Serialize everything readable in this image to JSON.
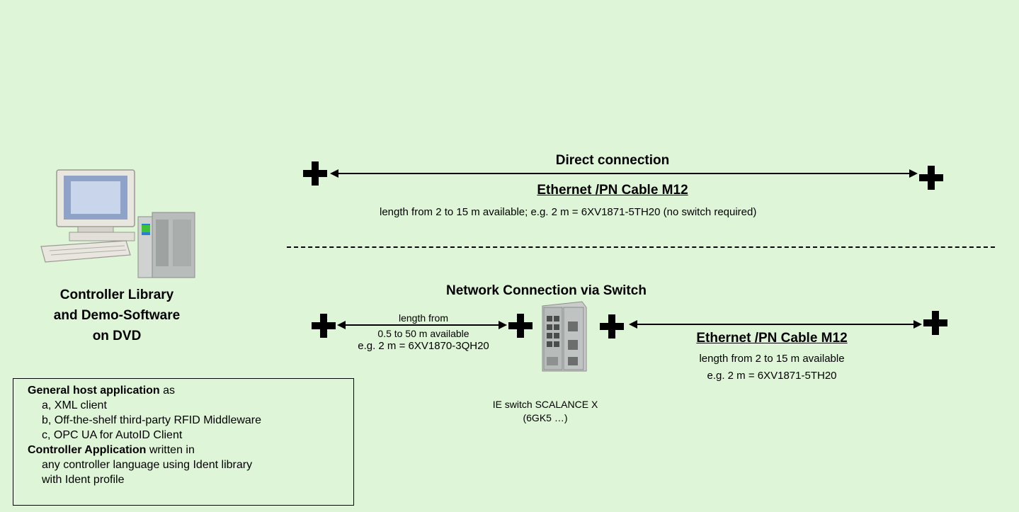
{
  "direct": {
    "title": "Direct connection",
    "cable_title": "Ethernet /PN Cable M12",
    "cable_desc": "length from 2 to 15 m available; e.g. 2 m = 6XV1871-5TH20  (no switch required)"
  },
  "network": {
    "title": "Network Connection via Switch",
    "left_cable_line1": "length from",
    "left_cable_line2": "0.5 to 50 m available",
    "left_cable_line3": "e.g. 2 m = 6XV1870-3QH20",
    "right_cable_title": "Ethernet /PN Cable M12",
    "right_cable_line1": "length from 2 to 15 m available",
    "right_cable_line2": "e.g. 2 m = 6XV1871-5TH20",
    "switch_label_line1": "IE switch SCALANCE  X",
    "switch_label_line2": "(6GK5 …)"
  },
  "controller": {
    "line1": "Controller Library",
    "line2": "and Demo-Software",
    "line3": "on DVD"
  },
  "info_box": {
    "host_bold": "General host application",
    "host_rest": " as",
    "item_a": "a, XML client",
    "item_b": "b, Off-the-shelf third-party RFID Middleware",
    "item_c": "c, OPC UA for AutoID Client",
    "ctrl_bold": "Controller Application",
    "ctrl_rest": " written in",
    "ctrl_line2": "any controller language using Ident library",
    "ctrl_line3": "with Ident profile"
  }
}
